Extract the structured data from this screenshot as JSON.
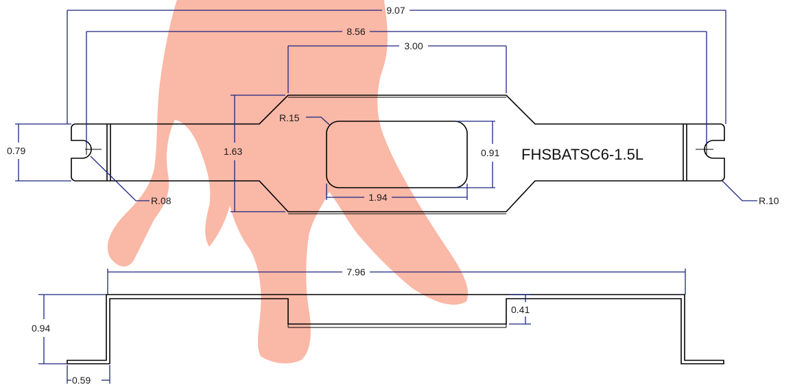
{
  "part_number": "FHSBATSC6-1.5L",
  "colors": {
    "dimension": "#1a237e",
    "outline": "#000000",
    "watermark": "#f8a08a"
  },
  "watermark_icon": "horse-silhouette",
  "dimensions": {
    "overall_width": "9.07",
    "hole_spacing": "8.56",
    "center_width": "3.00",
    "cutout_radius": "R.15",
    "end_height": "0.79",
    "center_height": "1.63",
    "cutout_height": "0.91",
    "cutout_width": "1.94",
    "slot_radius_left": "R.08",
    "corner_radius_right": "R.10",
    "bent_width": "7.96",
    "bend_height": "0.94",
    "recess_depth": "0.41",
    "flange_length": "0.59"
  }
}
